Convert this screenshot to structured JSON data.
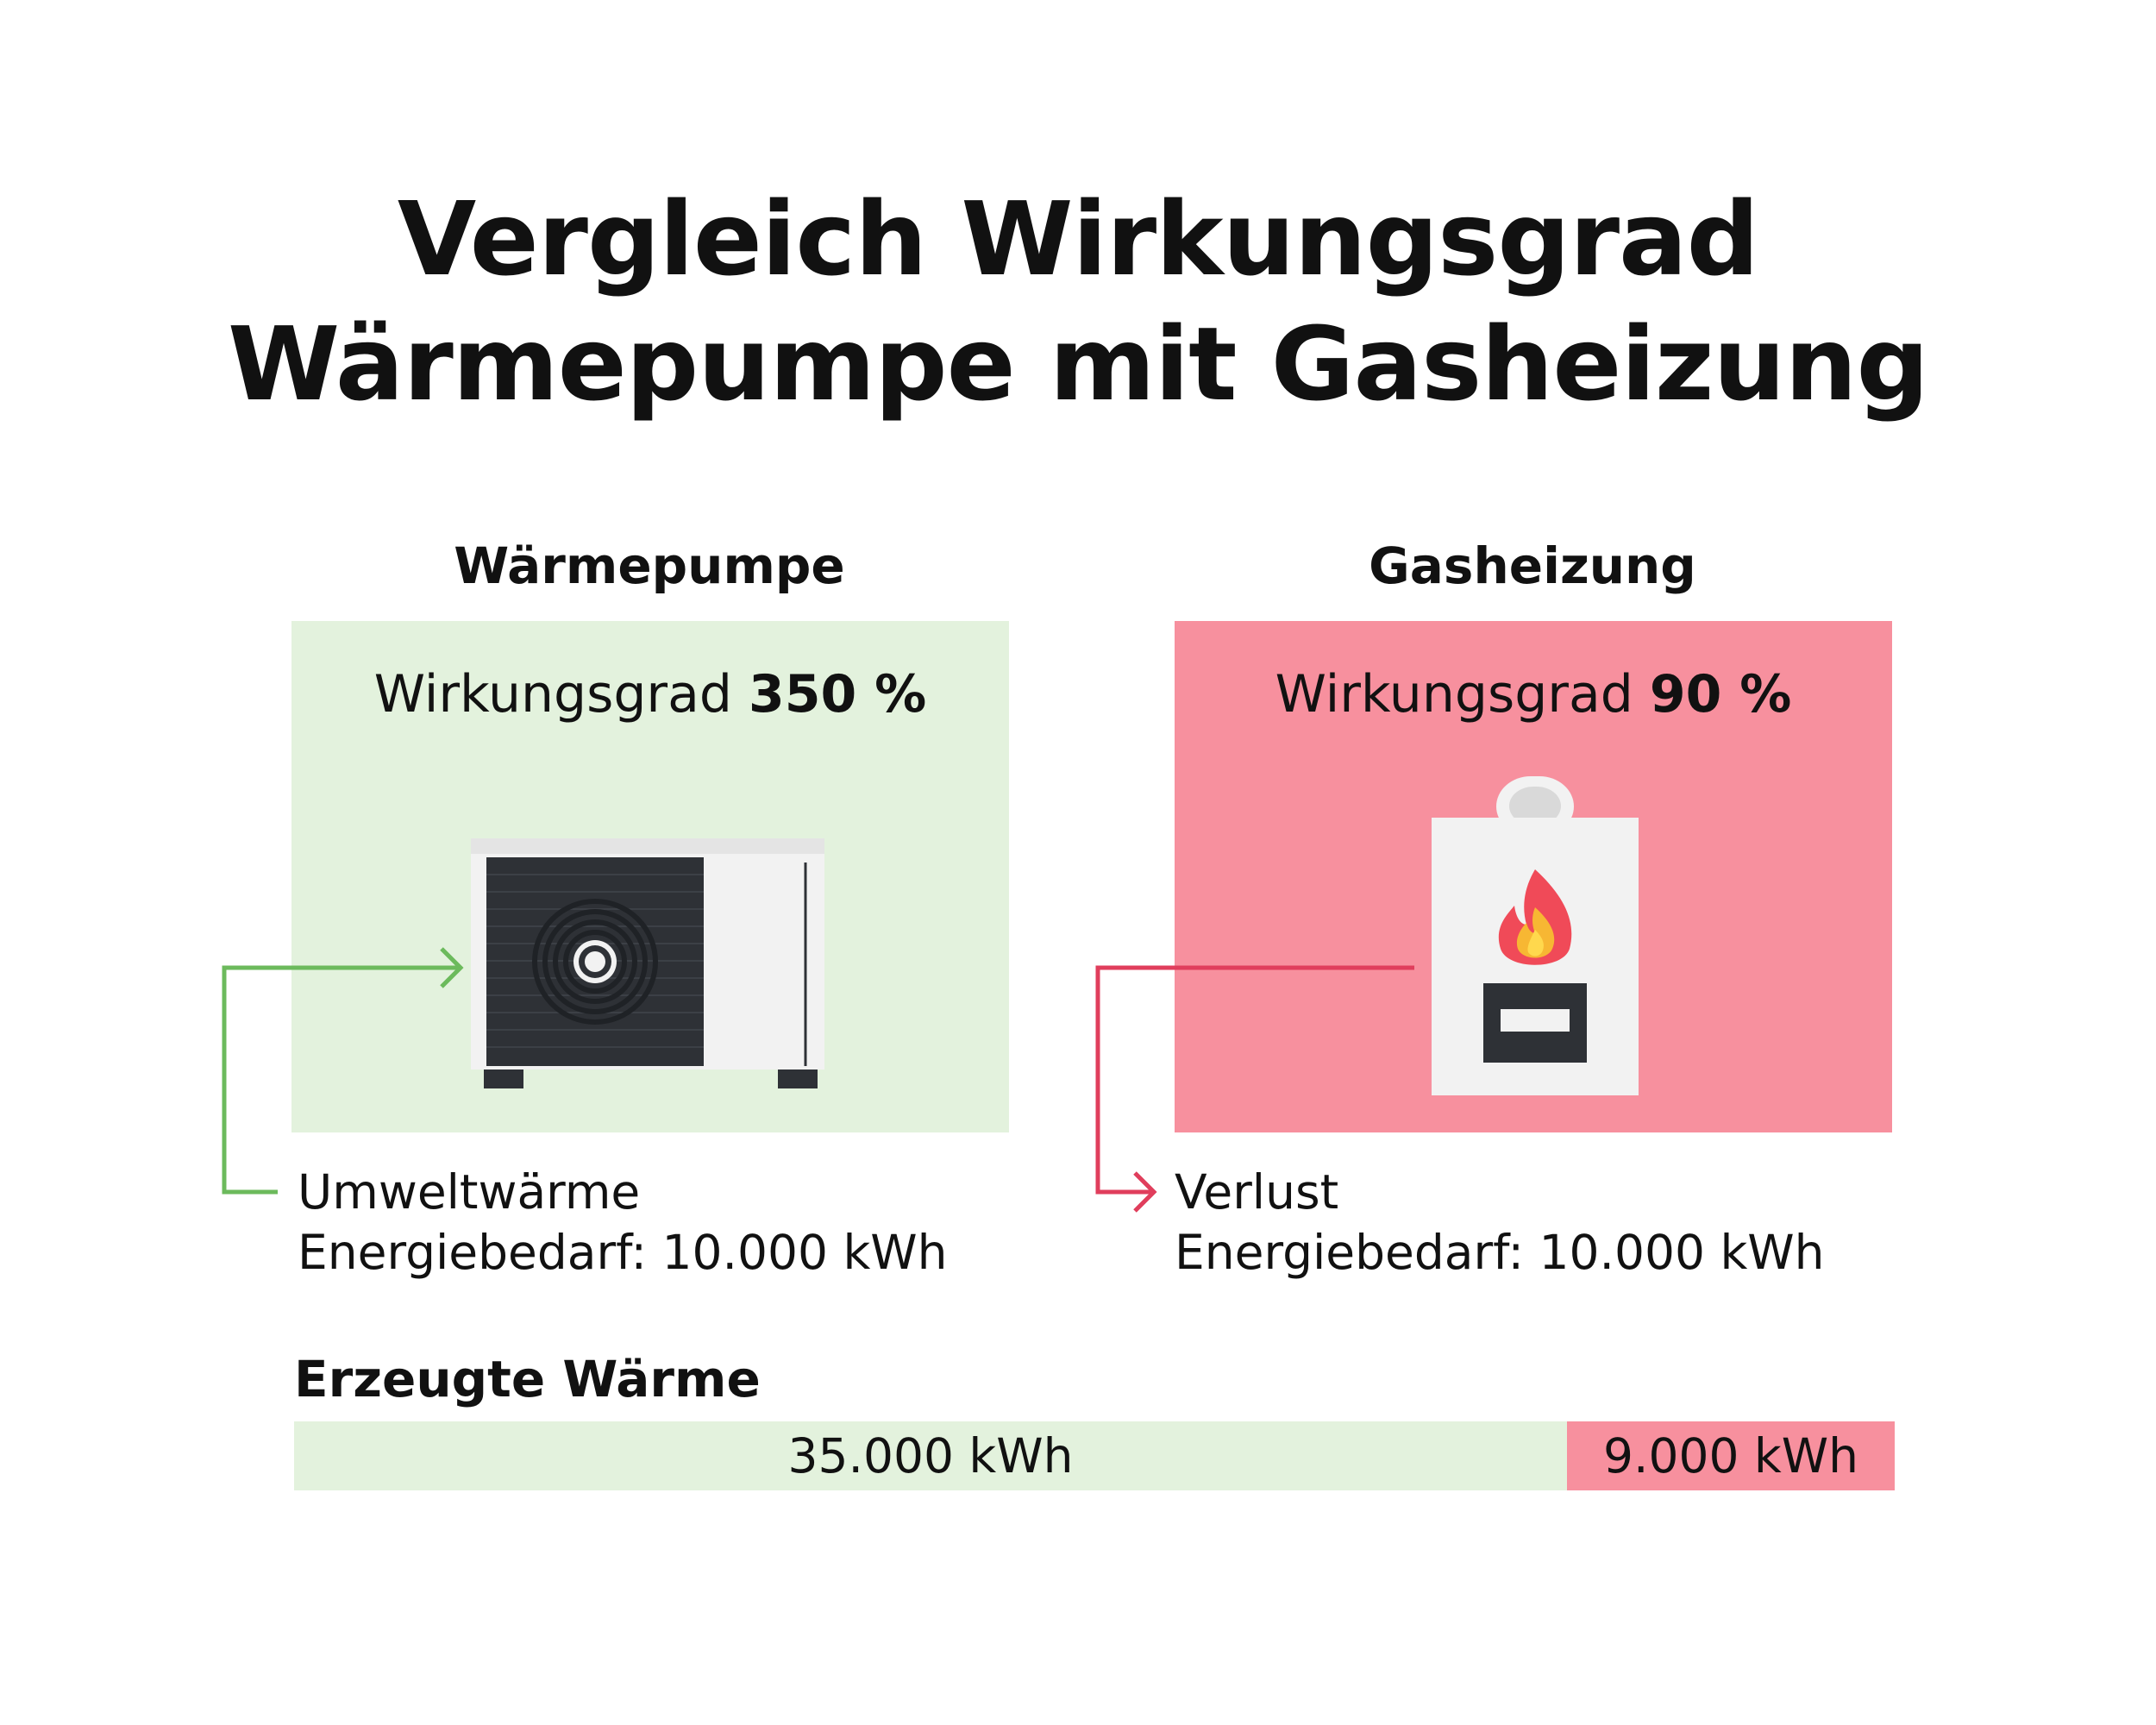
{
  "title": {
    "line1": "Vergleich Wirkungsgrad",
    "line2": "Wärmepumpe mit Gasheizung"
  },
  "colors": {
    "heat_pump_bg": "#e3f2dd",
    "gas_bg": "#f7909e",
    "heat_pump_arrow": "#6cba5c",
    "gas_arrow": "#e03e5c",
    "unit_dark": "#2e3136",
    "unit_light": "#f2f2f2"
  },
  "heat_pump": {
    "heading": "Wärmepumpe",
    "efficiency_label": "Wirkungsgrad",
    "efficiency_value": "350 %",
    "flow_label": "Umweltwärme",
    "demand": "Energiebedarf: 10.000 kWh",
    "icon": "heat-pump-icon"
  },
  "gas": {
    "heading": "Gasheizung",
    "efficiency_label": "Wirkungsgrad",
    "efficiency_value": "90 %",
    "flow_label": "Verlust",
    "demand": "Energiebedarf: 10.000 kWh",
    "icon": "gas-boiler-icon"
  },
  "output": {
    "heading": "Erzeugte Wärme",
    "heat_pump_value": "35.000 kWh",
    "gas_value": "9.000 kWh",
    "heat_pump_kwh": 35000,
    "gas_kwh": 9000
  }
}
